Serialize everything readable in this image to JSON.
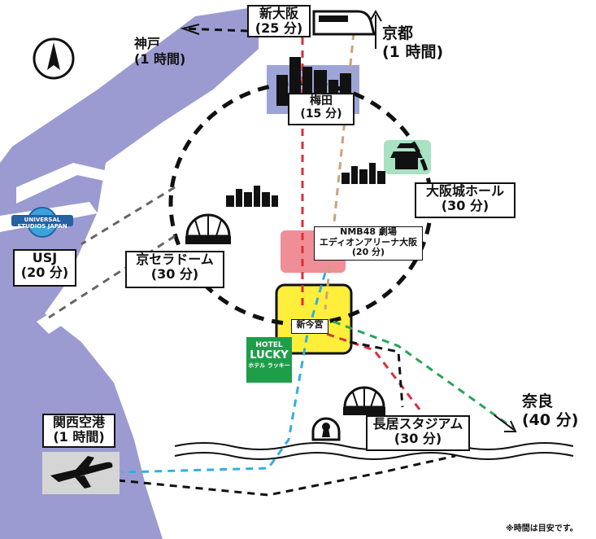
{
  "destinations": {
    "shin_osaka": {
      "name": "新大阪",
      "time": "(25 分)"
    },
    "kyoto": {
      "name": "京都",
      "time": "(1 時間)"
    },
    "kobe": {
      "name": "神戸",
      "time": "(1 時間)"
    },
    "umeda": {
      "name": "梅田",
      "time": "(15 分)"
    },
    "osaka_castle_hall": {
      "name": "大阪城ホール",
      "time": "(30 分)"
    },
    "usj": {
      "name": "USJ",
      "time": "(20 分)"
    },
    "kyocera_dome": {
      "name": "京セラドーム",
      "time": "(30 分)"
    },
    "nmb48": {
      "line1": "NMB48 劇場",
      "line2": "エディオンアリーナ大阪",
      "time": "(20 分)"
    },
    "shin_imamiya": {
      "name": "新今宮"
    },
    "nagai_stadium": {
      "name": "長居スタジアム",
      "time": "(30 分)"
    },
    "nara": {
      "name": "奈良",
      "time": "(40 分)"
    },
    "kansai_airport": {
      "name": "関西空港",
      "time": "(1 時間)"
    }
  },
  "hotel": {
    "line1": "HOTEL",
    "line2": "LUCKY",
    "line3": "ホテル ラッキー"
  },
  "usj_logo": "UNIVERSAL STUDIOS JAPAN",
  "footnote": "※時間は目安です。",
  "colors": {
    "water": "#9b9bd2",
    "ring": "#111111",
    "route_red": "#d9303a",
    "route_tan": "#c8a47a",
    "route_blue": "#33aee0",
    "route_green": "#2aa35a",
    "route_gray": "#666666",
    "shin_imamiya_area": "#ffef3a",
    "nmb48_area": "#ef8e97",
    "umeda_area": "#9da4d6",
    "castle_area": "#a9e1c3",
    "hotel_bg": "#1f9e4a"
  },
  "icons": [
    "compass-north-icon",
    "shinkansen-train-icon",
    "umeda-skyline-icon",
    "osaka-castle-icon",
    "city-skyline-icon",
    "dome-stadium-icon",
    "airplane-icon",
    "keyhole-tomb-icon",
    "universal-globe-icon"
  ]
}
